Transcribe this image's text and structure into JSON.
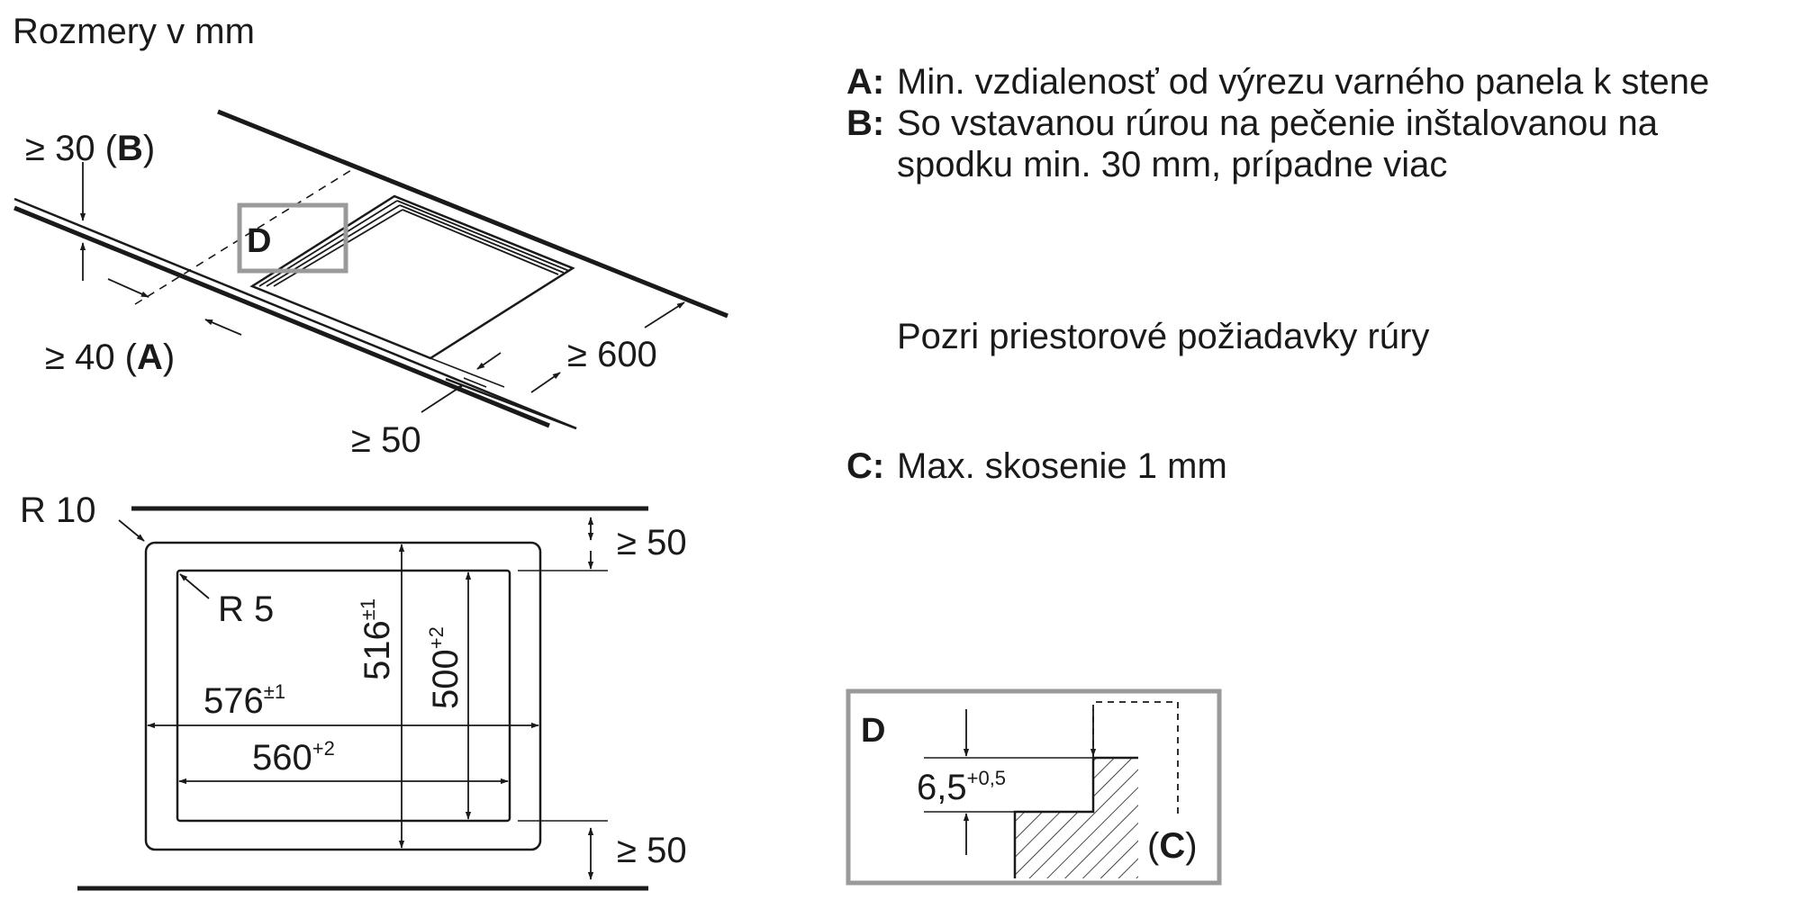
{
  "title": "Rozmery v mm",
  "iso": {
    "dim_b_value": "≥ 30 (",
    "dim_b_letter": "B",
    "dim_b_close": ")",
    "dim_a_value": "≥ 40 (",
    "dim_a_letter": "A",
    "dim_a_close": ")",
    "dim_back": "≥ 600",
    "dim_front": "≥ 50",
    "detail_marker": "D"
  },
  "plan": {
    "outer_radius": "R 10",
    "inner_radius": "R 5",
    "top_clearance": "≥ 50",
    "bottom_clearance": "≥ 50",
    "outer_width": "576",
    "outer_width_tol": "±1",
    "inner_width": "560",
    "inner_width_tol": "+2",
    "outer_depth": "516",
    "outer_depth_tol": "±1",
    "inner_depth": "500",
    "inner_depth_tol": "+2"
  },
  "notes": [
    {
      "key": "A:",
      "text": "Min. vzdialenosť od výrezu varného panela k stene"
    },
    {
      "key": "B:",
      "text": "So vstavanou rúrou na pečenie inštalovanou na spodku min. 30 mm, prípadne viac"
    }
  ],
  "oven_note": "Pozri priestorové požiadavky rúry",
  "note_c": {
    "key": "C:",
    "text": "Max. skosenie 1 mm"
  },
  "detail": {
    "label": "D",
    "dimension": "6,5",
    "dimension_tol": "+0,5",
    "chamfer_label": "(C)"
  },
  "colors": {
    "line": "#1a1a1a",
    "frame": "#9a9a9a"
  }
}
